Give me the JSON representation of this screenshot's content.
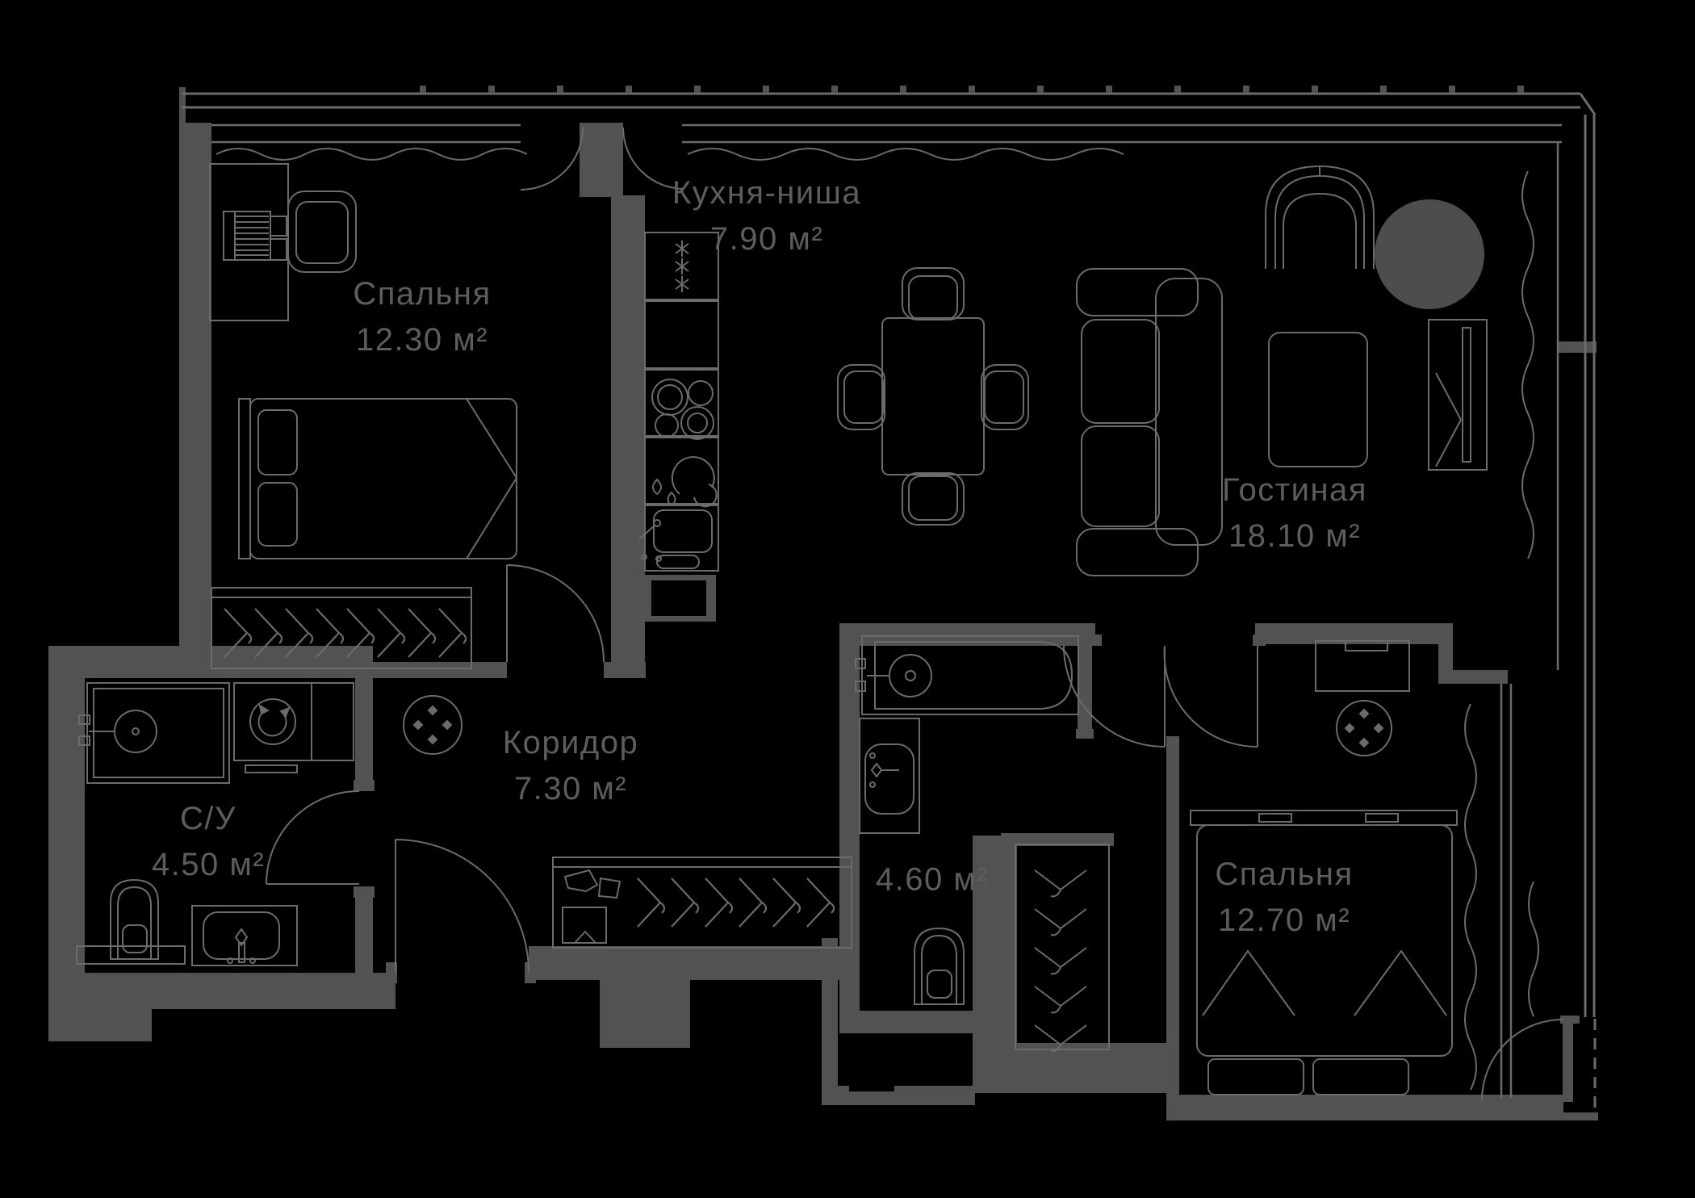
{
  "title": "Apartment floor plan",
  "colors": {
    "background": "#000000",
    "wall": "#525252",
    "line": "#6b6b6b",
    "text": "#5d5d5d",
    "accent_circle": "#4d4d4d"
  },
  "unit_suffix": "м²",
  "rooms": [
    {
      "id": "bedroom-1",
      "name": "Спальня",
      "area": "12.30 м²"
    },
    {
      "id": "kitchen-niche",
      "name": "Кухня-ниша",
      "area": "7.90 м²"
    },
    {
      "id": "living-room",
      "name": "Гостиная",
      "area": "18.10 м²"
    },
    {
      "id": "corridor",
      "name": "Коридор",
      "area": "7.30 м²"
    },
    {
      "id": "bathroom",
      "name": "С/У",
      "area": "4.50 м²"
    },
    {
      "id": "bathroom-2",
      "name": "",
      "area": "4.60 м²"
    },
    {
      "id": "bedroom-2",
      "name": "Спальня",
      "area": "12.70 м²"
    }
  ]
}
